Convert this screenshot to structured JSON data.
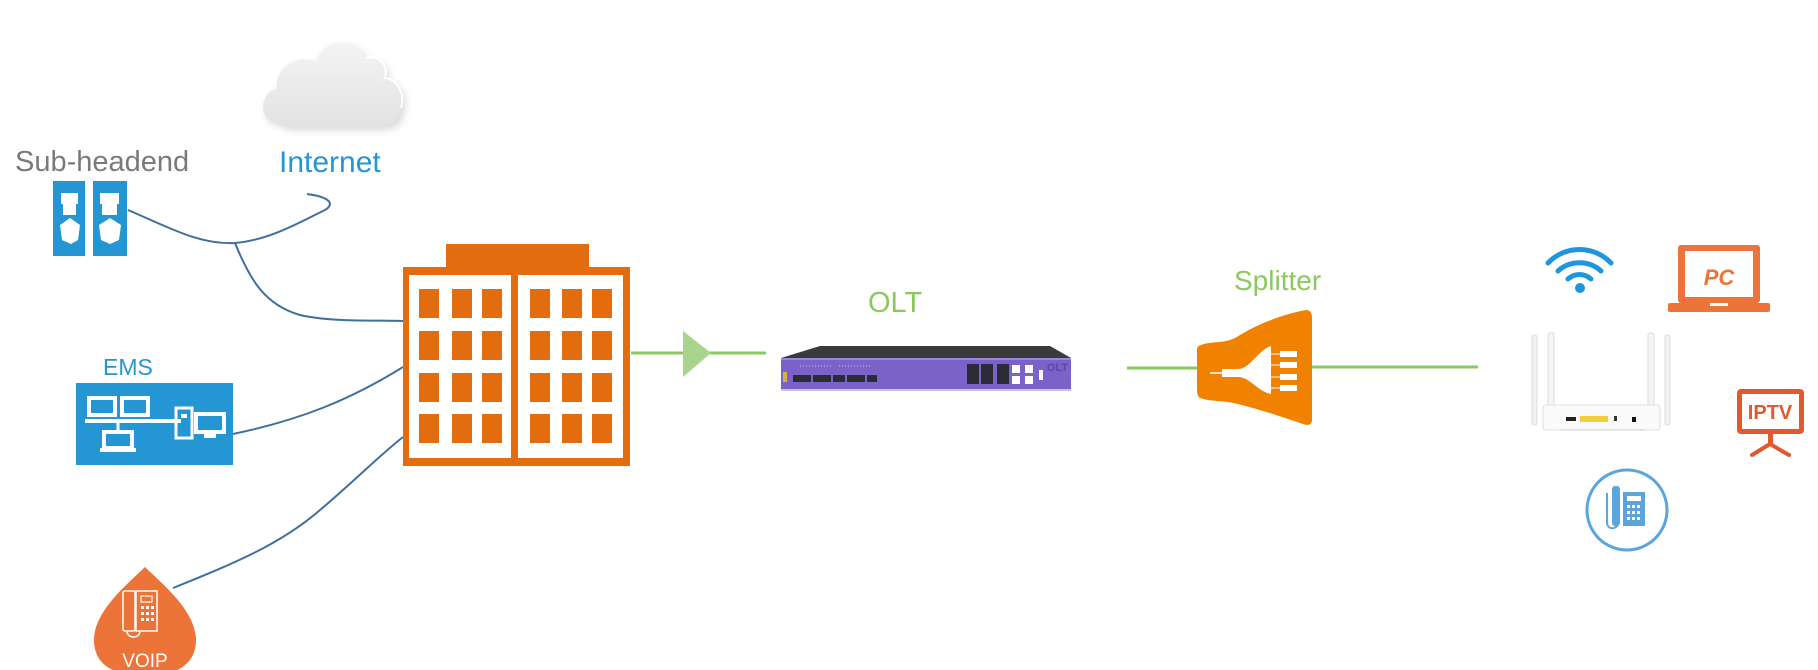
{
  "diagram": {
    "type": "network-topology",
    "subject": "FTTH / GPON access network"
  },
  "labels": {
    "sub_headend": "Sub-headend",
    "internet": "Internet",
    "ems": "EMS",
    "voip": "VOIP",
    "olt": "OLT",
    "olt_device_marking": "OLT",
    "splitter": "Splitter",
    "pc": "PC",
    "iptv": "IPTV"
  },
  "nodes": [
    {
      "id": "sub-headend",
      "label": "Sub-headend",
      "icon": "server-rack-icon"
    },
    {
      "id": "internet",
      "label": "Internet",
      "icon": "cloud-icon"
    },
    {
      "id": "ems",
      "label": "EMS",
      "icon": "network-computers-icon"
    },
    {
      "id": "voip",
      "label": "VOIP",
      "icon": "desk-phone-icon"
    },
    {
      "id": "central-office",
      "label": "",
      "icon": "building-icon"
    },
    {
      "id": "olt",
      "label": "OLT",
      "icon": "olt-chassis-icon"
    },
    {
      "id": "splitter",
      "label": "Splitter",
      "icon": "optical-splitter-icon"
    },
    {
      "id": "ont",
      "label": "",
      "icon": "wifi-router-icon"
    },
    {
      "id": "wifi",
      "label": "",
      "icon": "wifi-icon"
    },
    {
      "id": "pc",
      "label": "PC",
      "icon": "laptop-icon"
    },
    {
      "id": "iptv",
      "label": "IPTV",
      "icon": "tv-icon"
    },
    {
      "id": "phone",
      "label": "",
      "icon": "phone-icon"
    }
  ],
  "edges": [
    {
      "from": "sub-headend",
      "to": "central-office",
      "style": "blue-curve"
    },
    {
      "from": "internet",
      "to": "central-office",
      "style": "blue-curve"
    },
    {
      "from": "ems",
      "to": "central-office",
      "style": "blue-curve"
    },
    {
      "from": "voip",
      "to": "central-office",
      "style": "blue-curve"
    },
    {
      "from": "central-office",
      "to": "olt",
      "style": "green-arrow"
    },
    {
      "from": "olt",
      "to": "splitter",
      "style": "green-line"
    },
    {
      "from": "splitter",
      "to": "ont",
      "style": "green-line"
    }
  ],
  "colors": {
    "blue": "#2596d4",
    "link_blue": "#3f6f9f",
    "orange": "#e36c0e",
    "orange_light": "#ed7438",
    "splitter_orange": "#f08200",
    "green": "#8cc860",
    "green_arrow": "#a8d48e",
    "gray_text": "#7a7a7a",
    "olt_purple": "#7b62c9",
    "iptv_red": "#e2582f",
    "phone_blue": "#5aa6dc"
  }
}
